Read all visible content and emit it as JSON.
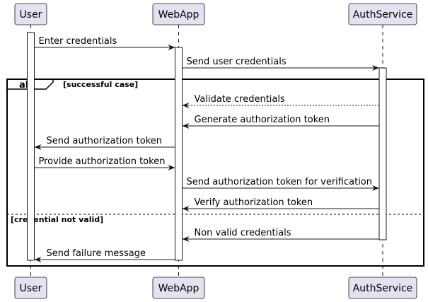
{
  "participants": [
    {
      "id": "user",
      "label": "User"
    },
    {
      "id": "webapp",
      "label": "WebApp"
    },
    {
      "id": "auth",
      "label": "AuthService"
    }
  ],
  "colors": {
    "participant_fill": "#e2e2f0",
    "participant_stroke": "#181818",
    "lifeline": "#181818",
    "activation_fill": "#ffffff",
    "arrow": "#181818"
  },
  "frame": {
    "tag": "alt",
    "guard": "[successful case]",
    "else_guard": "[credential not valid]"
  },
  "messages": [
    {
      "label": "Enter credentials",
      "from": "user",
      "to": "webapp",
      "style": "solid"
    },
    {
      "label": "Send user credentials",
      "from": "webapp",
      "to": "auth",
      "style": "solid"
    },
    {
      "label": "Validate credentials",
      "from": "auth",
      "to": "webapp",
      "style": "dashed"
    },
    {
      "label": "Generate authorization token",
      "from": "auth",
      "to": "webapp",
      "style": "solid"
    },
    {
      "label": "Send authorization token",
      "from": "webapp",
      "to": "user",
      "style": "solid"
    },
    {
      "label": "Provide authorization token",
      "from": "user",
      "to": "webapp",
      "style": "solid"
    },
    {
      "label": "Send authorization token for verification",
      "from": "webapp",
      "to": "auth",
      "style": "solid"
    },
    {
      "label": "Verify authorization token",
      "from": "auth",
      "to": "webapp",
      "style": "solid"
    },
    {
      "label": "Non valid credentials",
      "from": "auth",
      "to": "webapp",
      "style": "solid"
    },
    {
      "label": "Send failure message",
      "from": "webapp",
      "to": "user",
      "style": "solid"
    }
  ]
}
